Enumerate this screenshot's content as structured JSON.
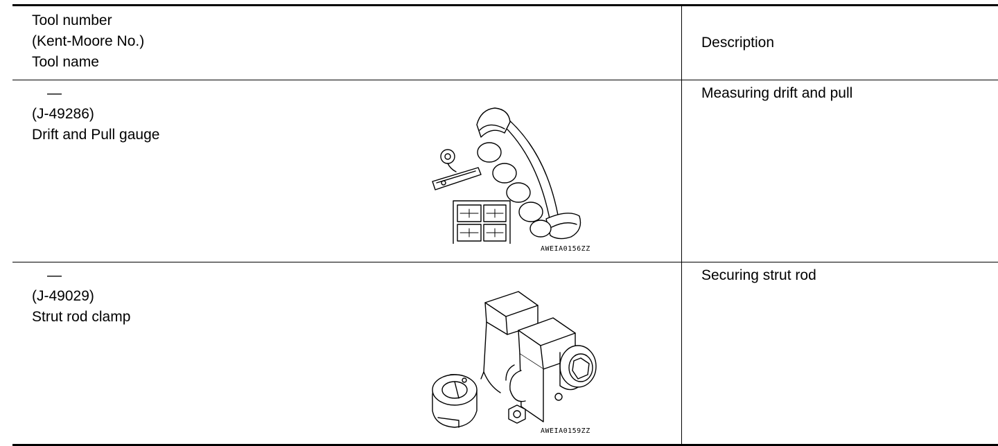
{
  "header": {
    "col1_lines": [
      "Tool number",
      "(Kent-Moore No.)",
      "Tool name"
    ],
    "col2": "Description"
  },
  "rows": [
    {
      "tool_number": "—",
      "kent_moore": "(J-49286)",
      "tool_name": "Drift and Pull gauge",
      "description": "Measuring drift and pull",
      "image_code": "AWEIA0156ZZ",
      "illustration": "drift-and-pull-gauge-illustration"
    },
    {
      "tool_number": "—",
      "kent_moore": "(J-49029)",
      "tool_name": "Strut rod clamp",
      "description": "Securing strut rod",
      "image_code": "AWEIA0159ZZ",
      "illustration": "strut-rod-clamp-illustration"
    }
  ]
}
